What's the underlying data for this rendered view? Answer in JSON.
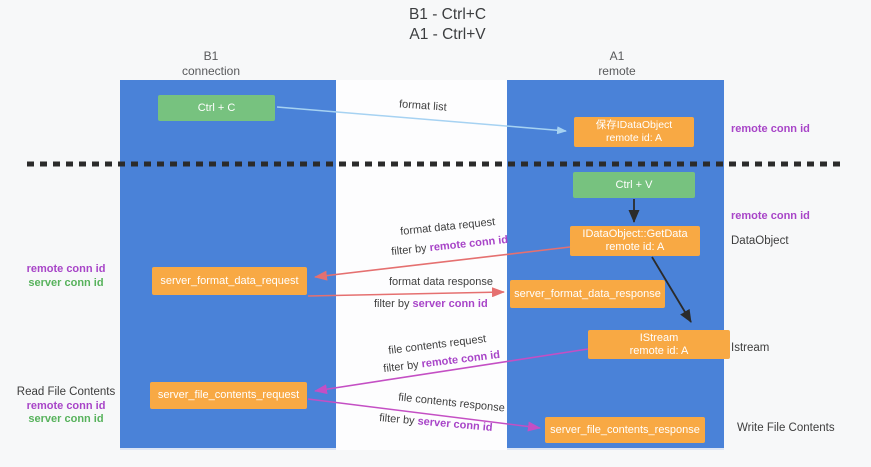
{
  "title": {
    "line1": "B1 - Ctrl+C",
    "line2": "A1 - Ctrl+V"
  },
  "lanes": {
    "b1": {
      "name": "B1",
      "subtitle": "connection"
    },
    "a1": {
      "name": "A1",
      "subtitle": "remote"
    }
  },
  "nodes": {
    "ctrl_c": {
      "label": "Ctrl + C"
    },
    "save_idataobject": {
      "line1": "保存IDataObject",
      "line2": "remote id: A"
    },
    "ctrl_v": {
      "label": "Ctrl + V"
    },
    "getdata": {
      "line1": "IDataObject::GetData",
      "line2": "remote id: A"
    },
    "format_request": {
      "label": "server_format_data_request"
    },
    "format_response": {
      "label": "server_format_data_response"
    },
    "istream": {
      "line1": "IStream",
      "line2": "remote id: A"
    },
    "file_request": {
      "label": "server_file_contents_request"
    },
    "file_response": {
      "label": "server_file_contents_response"
    }
  },
  "messages": {
    "format_list": "format list",
    "format_data_request": "format data request",
    "format_data_request_filter": {
      "prefix": "filter by ",
      "id": "remote conn id"
    },
    "format_data_response": "format data response",
    "format_data_response_filter": {
      "prefix": "filter by ",
      "id": "server conn id"
    },
    "file_contents_request": "file contents request",
    "file_contents_request_filter": {
      "prefix": "filter by ",
      "id": "remote conn id"
    },
    "file_contents_response": "file contents response",
    "file_contents_response_filter": {
      "prefix": "filter by ",
      "id": "server conn id"
    }
  },
  "annotations": {
    "right_remote_conn_id_top": "remote conn id",
    "right_remote_conn_id_mid": "remote conn id",
    "right_dataobject": "DataObject",
    "right_istream": "Istream",
    "right_write_file_contents": "Write File Contents",
    "left_read_file_contents": "Read File Contents",
    "left_format_remote": "remote conn id",
    "left_format_server": "server conn id",
    "left_file_remote": "remote conn id",
    "left_file_server": "server conn id"
  },
  "colors": {
    "lane_blue": "#4a82d8",
    "node_green": "#77c27f",
    "node_orange": "#f8a944",
    "arrow_lightblue": "#a6d2f2",
    "arrow_red": "#e57070",
    "arrow_magenta": "#c44fc4",
    "arrow_black": "#2b2b2b",
    "text_purple": "#a845c8",
    "text_green": "#57b25c",
    "background": "#f7f8f9"
  }
}
